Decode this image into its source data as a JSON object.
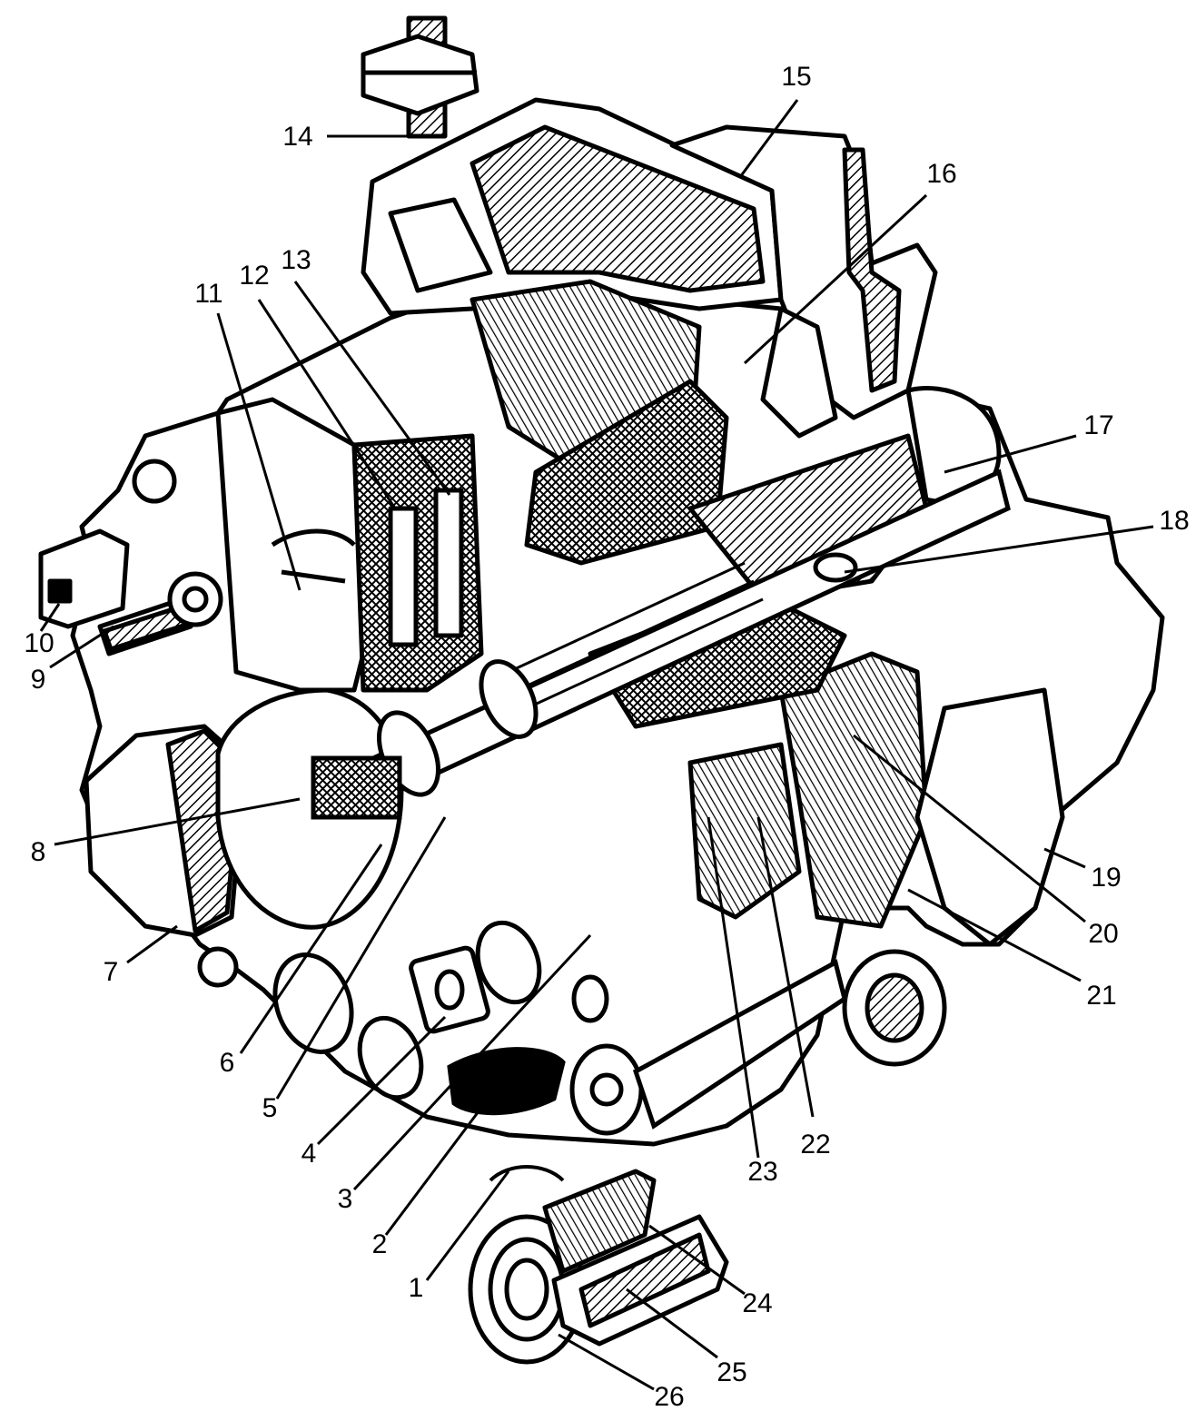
{
  "figure": {
    "ink_color": "#000000",
    "paper_color": "#ffffff",
    "callouts": [
      {
        "id": "1",
        "label": "1"
      },
      {
        "id": "2",
        "label": "2"
      },
      {
        "id": "3",
        "label": "3"
      },
      {
        "id": "4",
        "label": "4"
      },
      {
        "id": "5",
        "label": "5"
      },
      {
        "id": "6",
        "label": "6"
      },
      {
        "id": "7",
        "label": "7"
      },
      {
        "id": "8",
        "label": "8"
      },
      {
        "id": "9",
        "label": "9"
      },
      {
        "id": "10",
        "label": "10"
      },
      {
        "id": "11",
        "label": "11"
      },
      {
        "id": "12",
        "label": "12"
      },
      {
        "id": "13",
        "label": "13"
      },
      {
        "id": "14",
        "label": "14"
      },
      {
        "id": "15",
        "label": "15"
      },
      {
        "id": "16",
        "label": "16"
      },
      {
        "id": "17",
        "label": "17"
      },
      {
        "id": "18",
        "label": "18"
      },
      {
        "id": "19",
        "label": "19"
      },
      {
        "id": "20",
        "label": "20"
      },
      {
        "id": "21",
        "label": "21"
      },
      {
        "id": "22",
        "label": "22"
      },
      {
        "id": "23",
        "label": "23"
      },
      {
        "id": "24",
        "label": "24"
      },
      {
        "id": "25",
        "label": "25"
      },
      {
        "id": "26",
        "label": "26"
      }
    ]
  }
}
